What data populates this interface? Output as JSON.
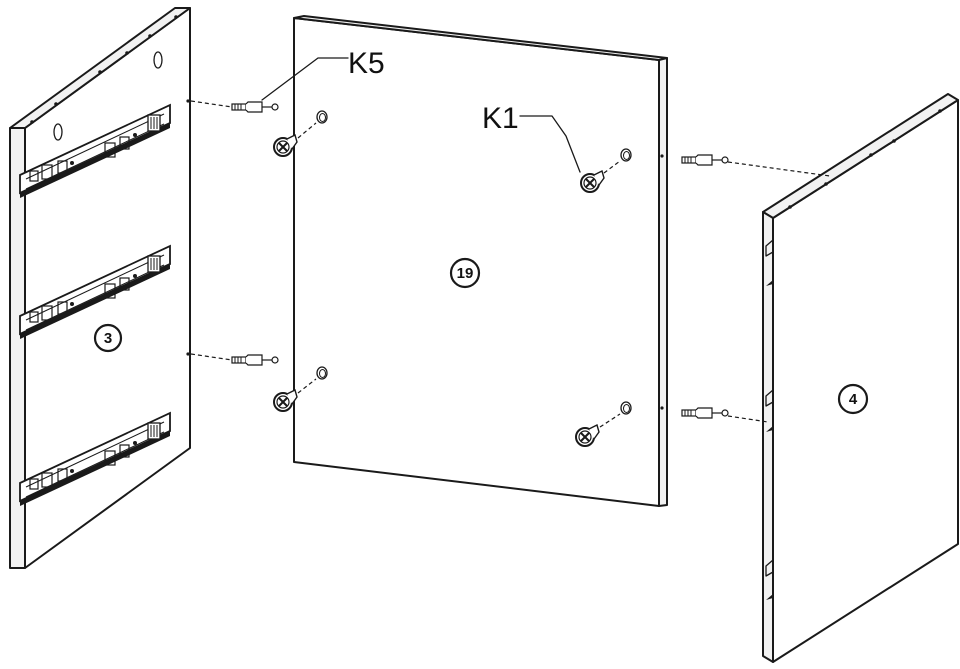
{
  "diagram": {
    "labels": {
      "k5": "K5",
      "k1": "K1"
    },
    "parts": {
      "left_panel": "3",
      "back_panel": "19",
      "right_panel": "4"
    }
  }
}
